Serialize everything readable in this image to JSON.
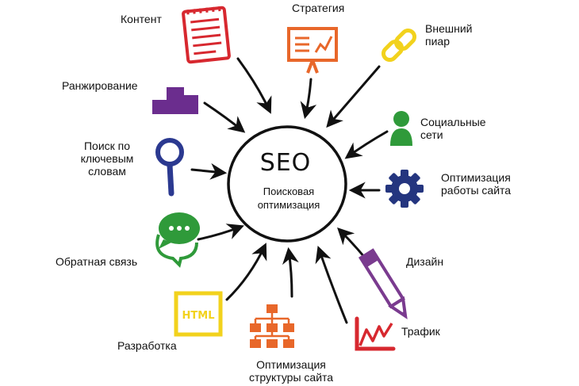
{
  "center": {
    "title": "SEO",
    "subtitle_line1": "Поисковая",
    "subtitle_line2": "оптимизация"
  },
  "nodes": {
    "content": {
      "label": "Контент",
      "icon": "notepad-icon",
      "color": "#d7282f"
    },
    "strategy": {
      "label": "Стратегия",
      "icon": "presentation-board-icon",
      "color": "#e8672a"
    },
    "external_pr": {
      "label_line1": "Внешний",
      "label_line2": "пиар",
      "icon": "chain-link-icon",
      "color": "#f2d21d"
    },
    "ranking": {
      "label": "Ранжирование",
      "icon": "podium-icon",
      "color": "#6b2d8e"
    },
    "social": {
      "label_line1": "Социальные",
      "label_line2": "сети",
      "icon": "person-icon",
      "color": "#2f9a3a"
    },
    "keywords": {
      "label_line1": "Поиск по",
      "label_line2": "ключевым",
      "label_line3": "словам",
      "icon": "magnifier-icon",
      "color": "#2b3990"
    },
    "site_optimization": {
      "label_line1": "Оптимизация",
      "label_line2": "работы сайта",
      "icon": "gear-icon",
      "color": "#24357f"
    },
    "feedback": {
      "label": "Обратная связь",
      "icon": "chat-bubbles-icon",
      "color": "#2f9a3a"
    },
    "design": {
      "label": "Дизайн",
      "icon": "pencil-icon",
      "color": "#7a3b8f"
    },
    "development": {
      "label": "Разработка",
      "icon": "html-page-icon",
      "html_text": "HTML",
      "color": "#f2d21d"
    },
    "structure": {
      "label_line1": "Оптимизация",
      "label_line2": "структуры сайта",
      "icon": "sitemap-icon",
      "color": "#e8672a"
    },
    "traffic": {
      "label": "Трафик",
      "icon": "line-graph-icon",
      "color": "#d7282f"
    }
  }
}
